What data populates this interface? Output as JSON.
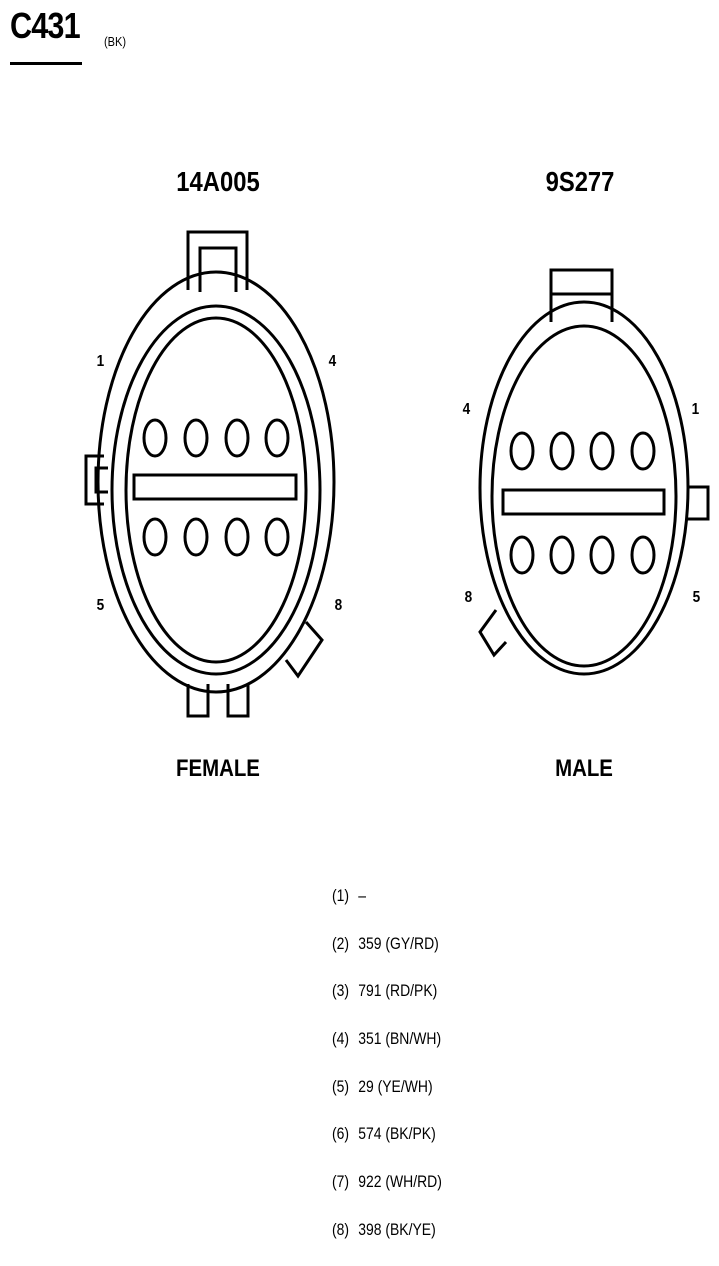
{
  "header": {
    "connector_id": "C431",
    "color_code": "(BK)"
  },
  "connectors": [
    {
      "part_number": "14A005",
      "gender": "FEMALE",
      "pin_labels": [
        "1",
        "4",
        "5",
        "8"
      ]
    },
    {
      "part_number": "9S277",
      "gender": "MALE",
      "pin_labels": [
        "4",
        "1",
        "8",
        "5"
      ]
    }
  ],
  "pinout": [
    {
      "pos": "(1)",
      "circuit": "–"
    },
    {
      "pos": "(2)",
      "circuit": "359 (GY/RD)"
    },
    {
      "pos": "(3)",
      "circuit": "791 (RD/PK)"
    },
    {
      "pos": "(4)",
      "circuit": "351 (BN/WH)"
    },
    {
      "pos": "(5)",
      "circuit": "29 (YE/WH)"
    },
    {
      "pos": "(6)",
      "circuit": "574 (BK/PK)"
    },
    {
      "pos": "(7)",
      "circuit": "922 (WH/RD)"
    },
    {
      "pos": "(8)",
      "circuit": "398 (BK/YE)"
    }
  ]
}
